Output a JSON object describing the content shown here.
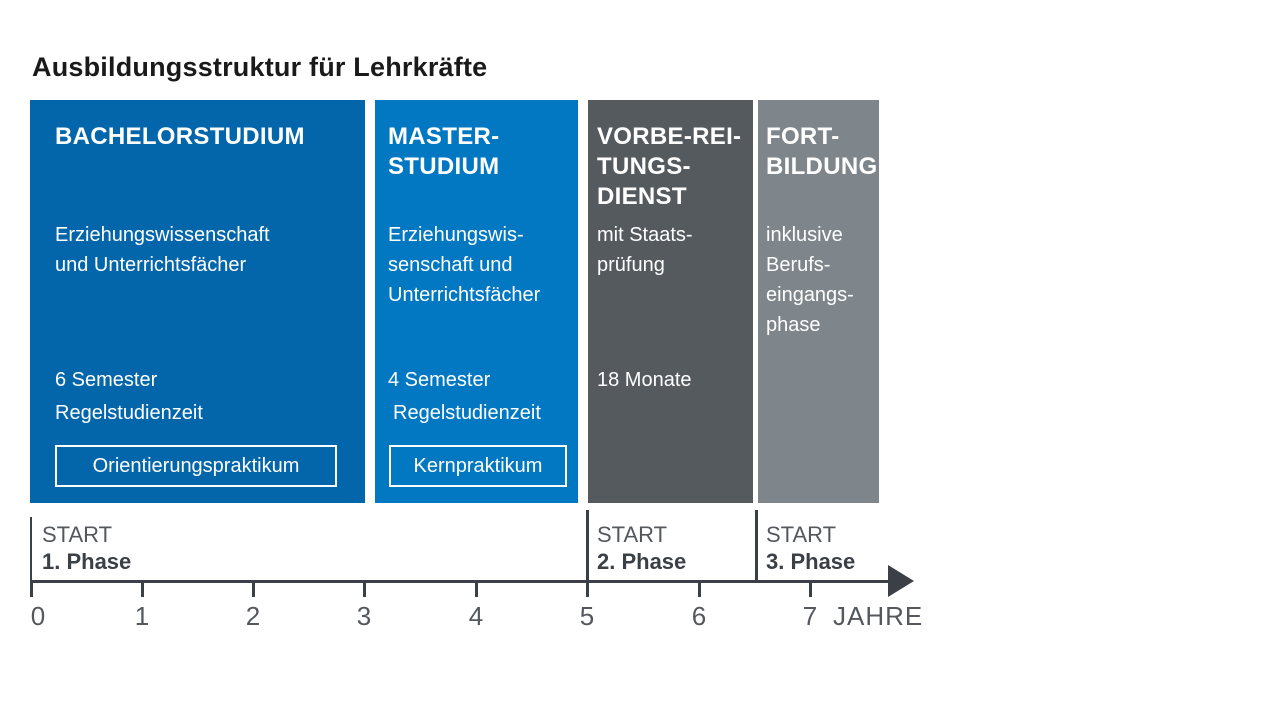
{
  "title": "Ausbildungsstruktur für Lehrkräfte",
  "colors": {
    "block1": "#0366AB",
    "block2": "#0277C2",
    "block3": "#555A5F",
    "block4": "#7E868B",
    "axis": "#3B4046",
    "tick_label": "#54585D",
    "start_label": "#54585D",
    "phase_label": "#3B4046",
    "title_text": "#1A1A1A"
  },
  "blocks": [
    {
      "heading_lines": [
        "BACHELORSTUDIUM"
      ],
      "body_lines": [
        "Erziehungswissenschaft",
        "und Unterrichtsfächer"
      ],
      "duration_lines": [
        "6 Semester",
        "Regelstudienzeit"
      ],
      "badge": "Orientierungspraktikum"
    },
    {
      "heading_lines": [
        "MASTER-",
        "STUDIUM"
      ],
      "body_lines": [
        "Erziehungswis-",
        "senschaft und",
        "Unterrichtsfächer"
      ],
      "duration_lines": [
        "4 Semester",
        "Regelstudienzeit"
      ],
      "badge": "Kernpraktikum"
    },
    {
      "heading_lines": [
        "VORBE-REI-",
        "TUNGS-",
        "DIENST"
      ],
      "body_lines": [
        "mit Staats-",
        "prüfung"
      ],
      "duration_lines": [
        "18 Monate"
      ]
    },
    {
      "heading_lines": [
        "FORT-",
        "BILDUNG"
      ],
      "body_lines": [
        "inklusive",
        "Berufs-",
        "eingangs-",
        "phase"
      ]
    }
  ],
  "timeline": {
    "phase_starts": [
      {
        "start": "START",
        "phase": "1. Phase"
      },
      {
        "start": "START",
        "phase": "2. Phase"
      },
      {
        "start": "START",
        "phase": "3. Phase"
      }
    ],
    "tick_labels": [
      "0",
      "1",
      "2",
      "3",
      "4",
      "5",
      "6",
      "7"
    ],
    "unit_label": "JAHRE"
  }
}
